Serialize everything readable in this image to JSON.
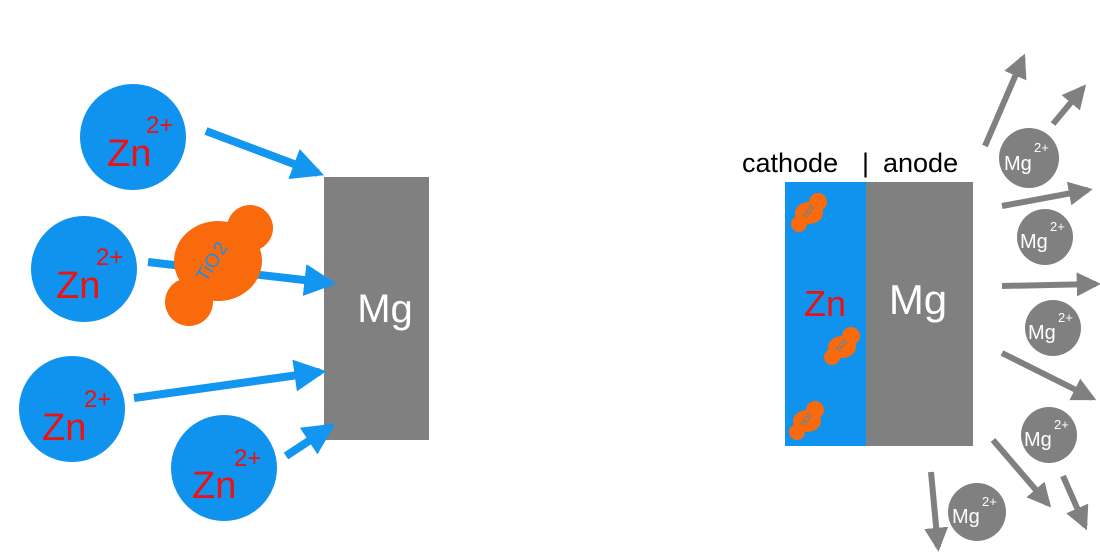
{
  "left_panel": {
    "zn_ions": [
      {
        "base": "Zn",
        "charge": "2+"
      },
      {
        "base": "Zn",
        "charge": "2+"
      },
      {
        "base": "Zn",
        "charge": "2+"
      },
      {
        "base": "Zn",
        "charge": "2+"
      }
    ],
    "tio2_label": "TiO",
    "tio2_sub": "2",
    "mg_label": "Mg"
  },
  "right_panel": {
    "header_cathode": "cathode",
    "header_sep": "|",
    "header_anode": "anode",
    "zn_label": "Zn",
    "mg_label": "Mg",
    "tio2_small_label": "TiO",
    "tio2_small_sub": "2",
    "mg_ions": [
      {
        "base": "Mg",
        "charge": "2+"
      },
      {
        "base": "Mg",
        "charge": "2+"
      },
      {
        "base": "Mg",
        "charge": "2+"
      },
      {
        "base": "Mg",
        "charge": "2+"
      },
      {
        "base": "Mg",
        "charge": "2+"
      }
    ]
  },
  "colors": {
    "zn_ion_fill": "#0f93ef",
    "zn_text": "#ee1111",
    "arrow_blue": "#1296ef",
    "tio2_orange": "#f86a0c",
    "mg_gray": "#808080",
    "mg_text": "#ffffff",
    "cathode_blue": "#0f93ef"
  }
}
